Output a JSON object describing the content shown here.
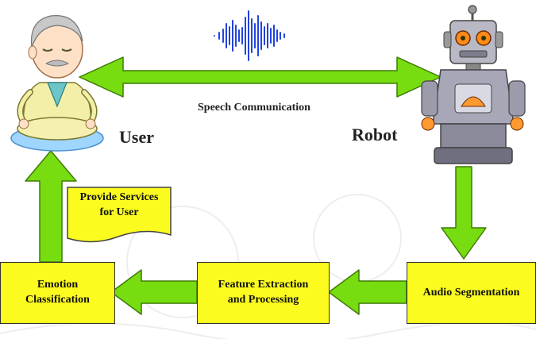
{
  "labels": {
    "speech": "Speech Communication",
    "user": "User",
    "robot": "Robot",
    "provide_services_line1": "Provide Services",
    "provide_services_line2": "for User"
  },
  "boxes": {
    "emotion_line1": "Emotion",
    "emotion_line2": "Classification",
    "feature_line1": "Feature Extraction",
    "feature_line2": "and Processing",
    "audio": "Audio Segmentation"
  },
  "colors": {
    "arrow": "#77dd11",
    "box": "#fbfb1f",
    "waveform": "#2244dd"
  },
  "icons": {
    "user": "cartoon-meditating-elderly-man",
    "robot": "cartoon-robot",
    "waveform": "sound-waveform",
    "document": "wavy-document"
  }
}
